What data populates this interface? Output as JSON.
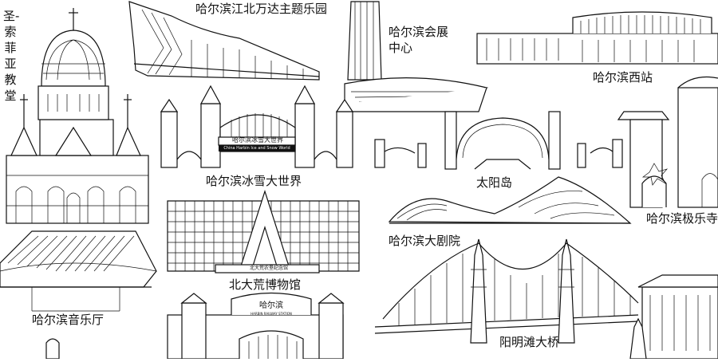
{
  "colors": {
    "line": "#111111",
    "background": "#ffffff"
  },
  "landmarks": {
    "sofia": "圣-索菲亚教堂",
    "wanda": "哈尔滨江北万达主题乐园",
    "expo": "哈尔滨会展中心",
    "west_station": "哈尔滨西站",
    "ice_snow": "哈尔滨冰雪大世界",
    "sun_island": "太阳岛",
    "opera": "哈尔滨大剧院",
    "jile": "哈尔滨极乐寺",
    "museum": "北大荒博物馆",
    "concert": "哈尔滨音乐厅",
    "bridge": "阳明滩大桥"
  },
  "signs": {
    "ice_snow_cn": "哈尔滨冰雪大世界",
    "ice_snow_en": "China Harbin Ice and Snow World",
    "museum_sign": "北大荒农垦纪念馆",
    "station_sign": "哈尔滨",
    "station_en": "HARBIN RAILWAY STATION"
  }
}
